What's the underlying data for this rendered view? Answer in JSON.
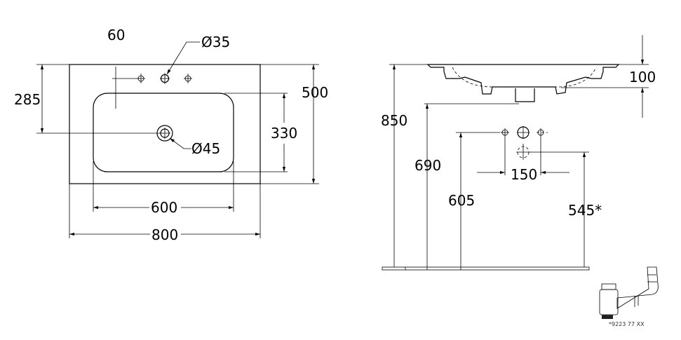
{
  "top_view": {
    "dim_tap_offset": "60",
    "dim_tap_hole": "Ø35",
    "dim_depth_drain": "285",
    "dim_depth_total": "500",
    "dim_basin_depth": "330",
    "dim_drain": "Ø45",
    "dim_basin_width": "600",
    "dim_total_width": "800"
  },
  "side_view": {
    "dim_basin_height": "100",
    "dim_top_height": "850",
    "dim_bottom_height": "690",
    "dim_tap_height": "605",
    "dim_hole_spacing": "150",
    "dim_drain_height": "545*"
  },
  "siphon": {
    "part_number": "*9223 77 XX"
  }
}
